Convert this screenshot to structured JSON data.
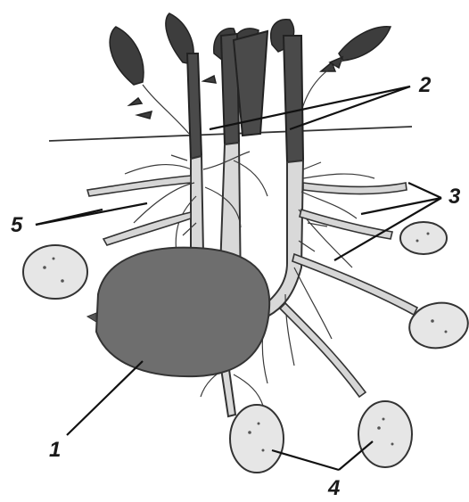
{
  "labels": {
    "mother_tuber": "1",
    "stems": "2",
    "stolons": "3",
    "young_tubers": "4",
    "roots": "5"
  },
  "colors": {
    "mother_tuber": "#6e6e6e",
    "leaves": "#3d3d3d",
    "young_tuber": "#e6e6e6",
    "line": "#1a1a1a"
  }
}
